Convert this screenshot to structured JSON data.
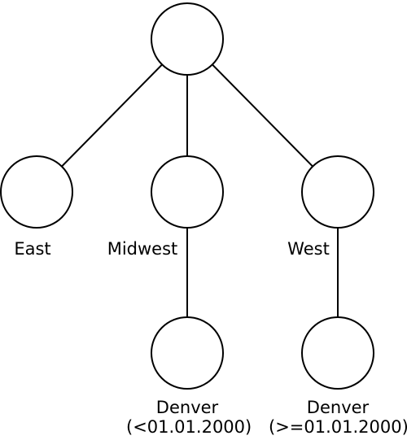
{
  "tree": {
    "nodes": [
      {
        "id": "root",
        "label": []
      },
      {
        "id": "east",
        "label": [
          "East"
        ]
      },
      {
        "id": "midwest",
        "label": [
          "Midwest"
        ]
      },
      {
        "id": "west",
        "label": [
          "West"
        ]
      },
      {
        "id": "denver-before",
        "label": [
          "Denver",
          "(<01.01.2000)"
        ]
      },
      {
        "id": "denver-after",
        "label": [
          "Denver",
          "(>=01.01.2000)"
        ]
      }
    ],
    "edges": [
      {
        "from": "root",
        "to": "east"
      },
      {
        "from": "root",
        "to": "midwest"
      },
      {
        "from": "root",
        "to": "west"
      },
      {
        "from": "midwest",
        "to": "denver-before"
      },
      {
        "from": "west",
        "to": "denver-after"
      }
    ],
    "colors": {
      "stroke": "#000000",
      "fill": "#ffffff",
      "text": "#000000"
    }
  }
}
